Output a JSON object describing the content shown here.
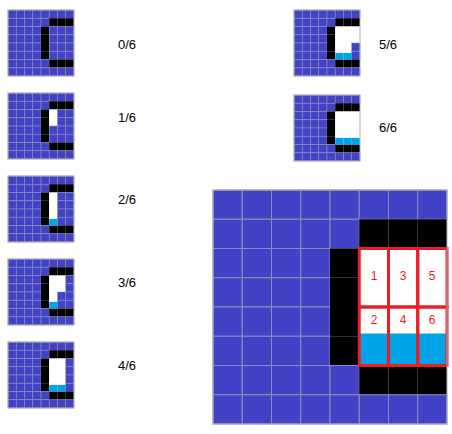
{
  "diagram": {
    "labels": [
      "0/6",
      "1/6",
      "2/6",
      "3/6",
      "4/6",
      "5/6",
      "6/6",
      "1",
      "2",
      "3",
      "4",
      "5",
      "6"
    ]
  }
}
